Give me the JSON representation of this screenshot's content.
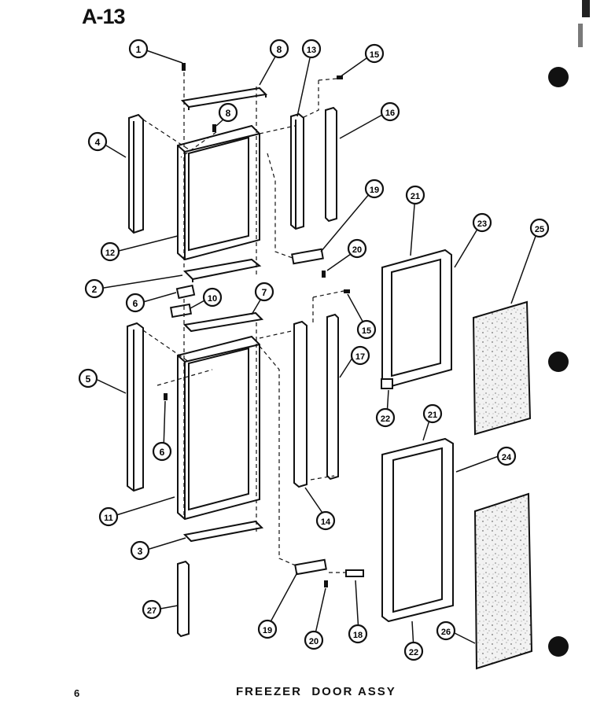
{
  "page_id": "A-13",
  "page_number": "6",
  "caption": "FREEZER  DOOR ASSY",
  "colors": {
    "ink": "#111111",
    "paper": "#ffffff",
    "insulation_fill": "#e4e4e4"
  },
  "callouts": [
    "1",
    "2",
    "3",
    "4",
    "5",
    "6",
    "6",
    "7",
    "8",
    "8",
    "10",
    "11",
    "12",
    "13",
    "14",
    "15",
    "15",
    "16",
    "17",
    "18",
    "19",
    "19",
    "20",
    "20",
    "21",
    "21",
    "22",
    "22",
    "23",
    "24",
    "25",
    "26",
    "27"
  ],
  "binder_holes": 3
}
